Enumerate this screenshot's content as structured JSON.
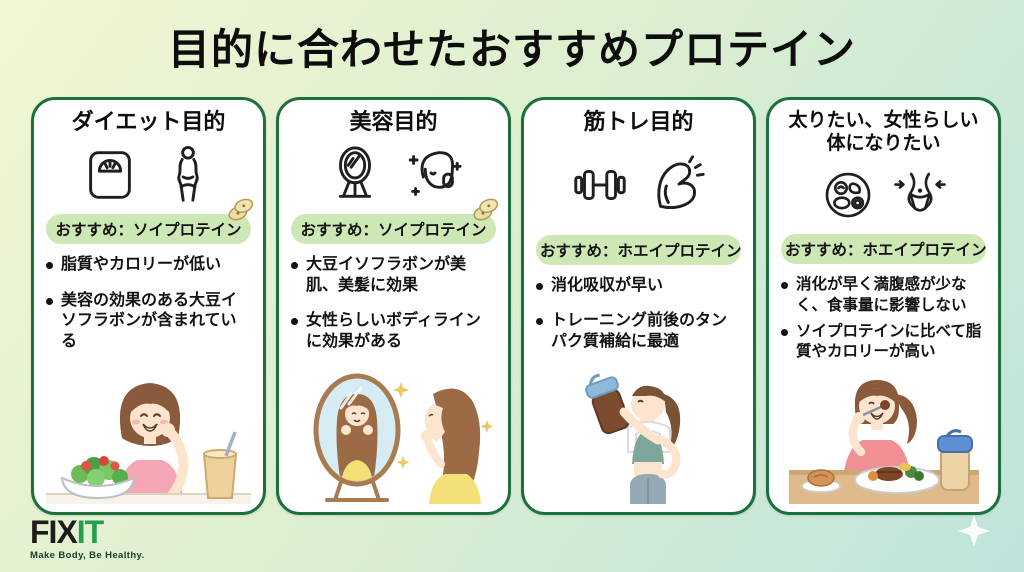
{
  "title": "目的に合わせたおすすめプロテイン",
  "cards": [
    {
      "heading": "ダイエット目的",
      "icons": [
        "scale-icon",
        "slim-body-icon"
      ],
      "badge": "おすすめ：ソイプロテイン",
      "soybean_icon": true,
      "bullets": [
        "脂質やカロリーが低い",
        "美容の効果のある大豆イソフラボンが含まれている"
      ],
      "illustration": "woman-eating-salad"
    },
    {
      "heading": "美容目的",
      "icons": [
        "hand-mirror-icon",
        "beauty-face-icon"
      ],
      "badge": "おすすめ：ソイプロテイン",
      "soybean_icon": true,
      "bullets": [
        "大豆イソフラボンが美肌、美髪に効果",
        "女性らしいボディラインに効果がある"
      ],
      "illustration": "woman-looking-in-mirror"
    },
    {
      "heading": "筋トレ目的",
      "icons": [
        "dumbbell-icon",
        "bicep-icon"
      ],
      "badge": "おすすめ：ホエイプロテイン",
      "soybean_icon": false,
      "bullets": [
        "消化吸収が早い",
        "トレーニング前後のタンパク質補給に最適"
      ],
      "illustration": "woman-drinking-protein-shake"
    },
    {
      "heading": "太りたい、女性らしい体になりたい",
      "icons": [
        "meal-plate-icon",
        "waist-icon"
      ],
      "badge": "おすすめ：ホエイプロテイン",
      "soybean_icon": false,
      "bullets": [
        "消化が早く満腹感が少なく、食事量に影響しない",
        "ソイプロテインに比べて脂質やカロリーが高い"
      ],
      "illustration": "woman-eating-meal"
    }
  ],
  "logo": {
    "part_dark": "FIX",
    "part_green": "IT",
    "tagline": "Make Body, Be Healthy."
  },
  "colors": {
    "bg_start": "#f1f6d3",
    "bg_end": "#bfe4dc",
    "card_border": "#1e6f3e",
    "badge_bg": "#cde8b5",
    "text": "#121212",
    "logo_green": "#23a24b"
  }
}
